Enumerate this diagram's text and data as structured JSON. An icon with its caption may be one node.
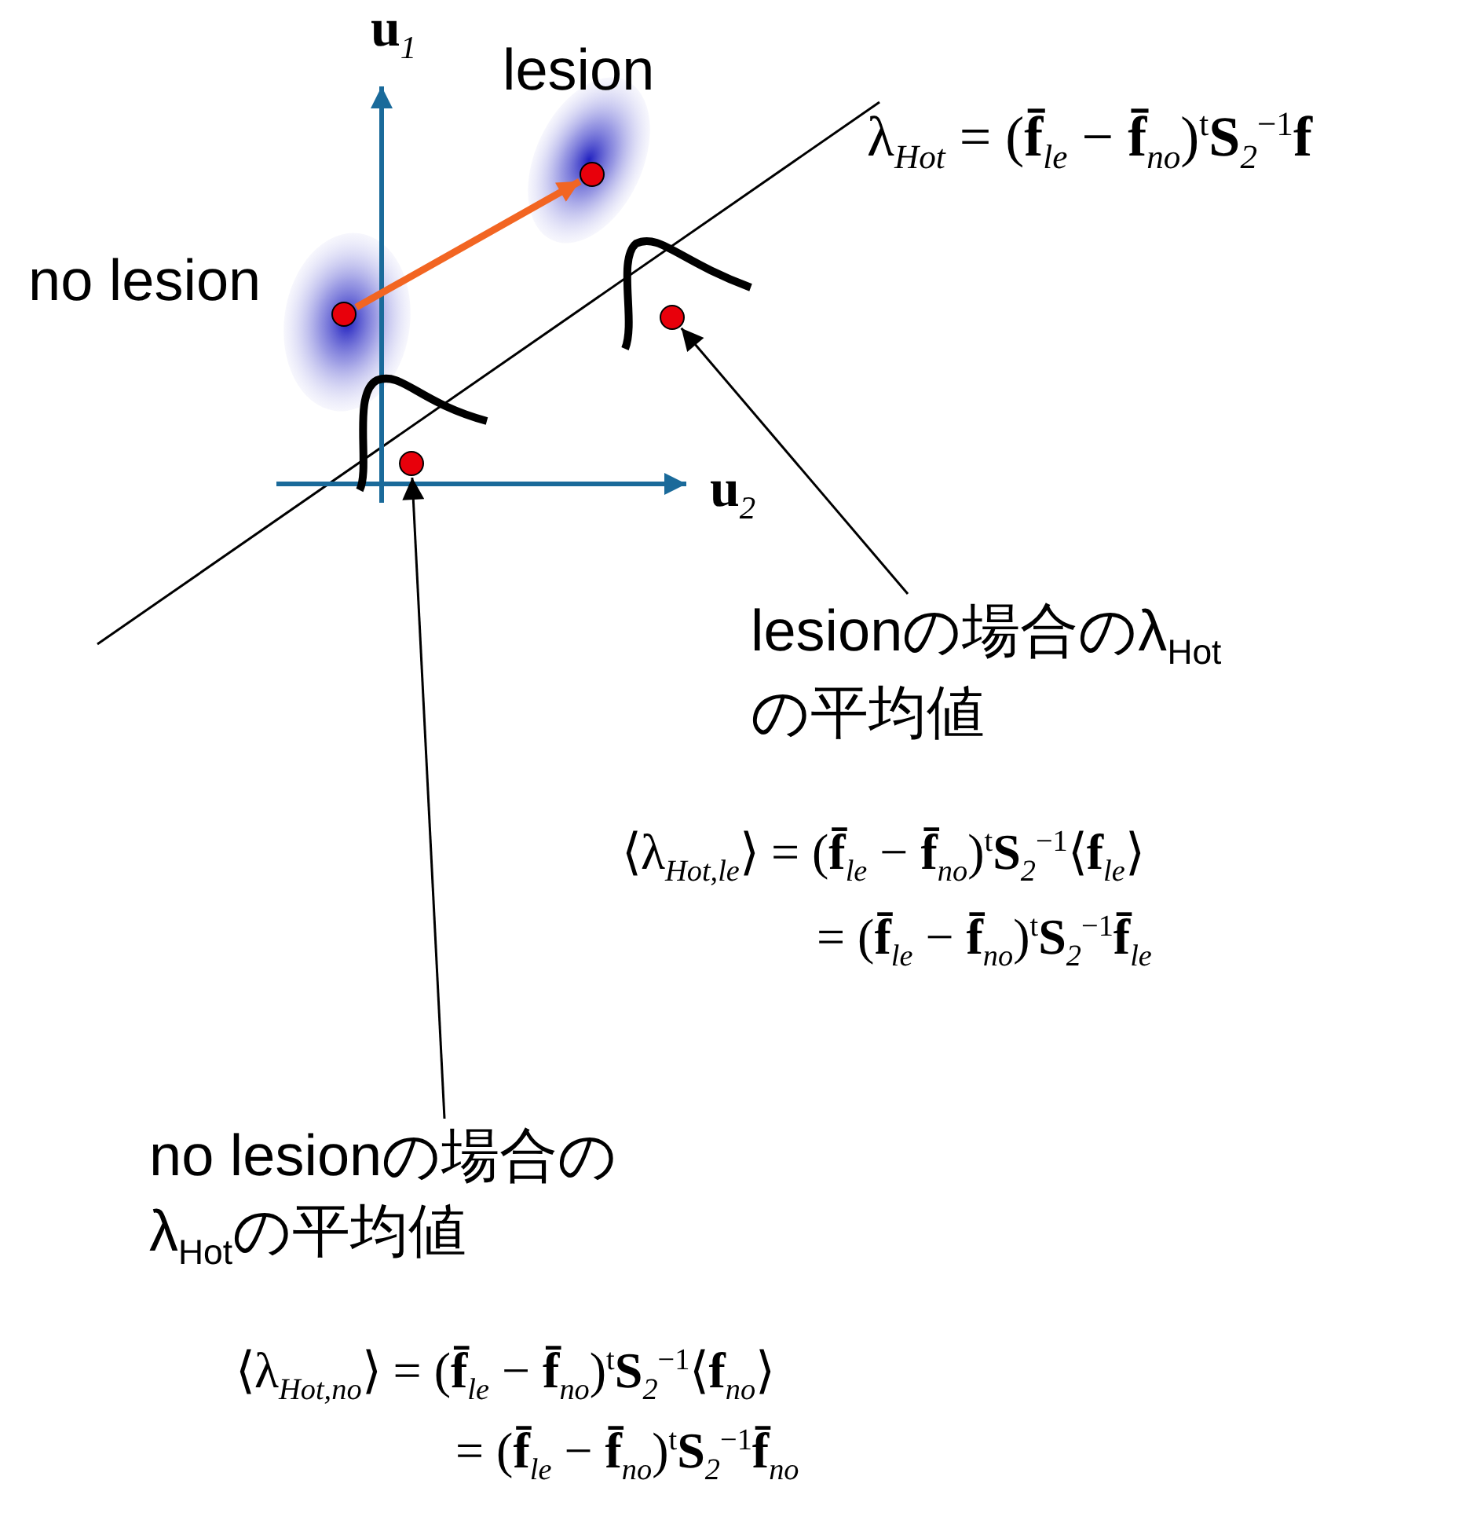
{
  "diagram": {
    "nodes": [
      {
        "text": [],
        "shape": "circle",
        "beside": [
          "no lesion"
        ]
      },
      {
        "text": [],
        "shape": "circle",
        "beside": [
          "lesion"
        ]
      },
      {
        "text": [
          "lesionの場合のλ$_{Hot}$の平均値"
        ]
      },
      {
        "text": [],
        "shape": "circle"
      },
      {
        "text": [
          "no lesionの場合のλ$_{Hot}$の平均値"
        ]
      },
      {
        "text": [],
        "shape": "circle"
      }
    ],
    "edges": [
      {
        "from": 0,
        "to": 1,
        "arrow": "to",
        "color": "#f26522",
        "style": "thick"
      },
      {
        "from": 2,
        "to": 3,
        "arrow": "to"
      },
      {
        "from": 4,
        "to": 5,
        "arrow": "to"
      }
    ],
    "labels": [
      "**u**$_{1}$",
      "λ$_{Hot}$ = (**f̄**$_{le}$ − **f̄**$_{no}$)$^{t}$**S**$_{2}$$^{−1}$**f**",
      "**u**$_{2}$",
      "⟨λ$_{Hot,le}$⟩ = (**f̄**$_{le}$ − **f̄**$_{no}$)$^{t}$**S**$_{2}$$^{−1}$⟨**f**$_{le}$⟩",
      "= (**f̄**$_{le}$ − **f̄**$_{no}$)$^{t}$**S**$_{2}$$^{−1}$**f̄**$_{le}$",
      "⟨λ$_{Hot,no}$⟩ = (**f̄**$_{le}$ − **f̄**$_{no}$)$^{t}$**S**$_{2}$$^{−1}$⟨**f**$_{no}$⟩",
      "= (**f̄**$_{le}$ − **f̄**$_{no}$)$^{t}$**S**$_{2}$$^{−1}$**f̄**$_{no}$"
    ]
  }
}
